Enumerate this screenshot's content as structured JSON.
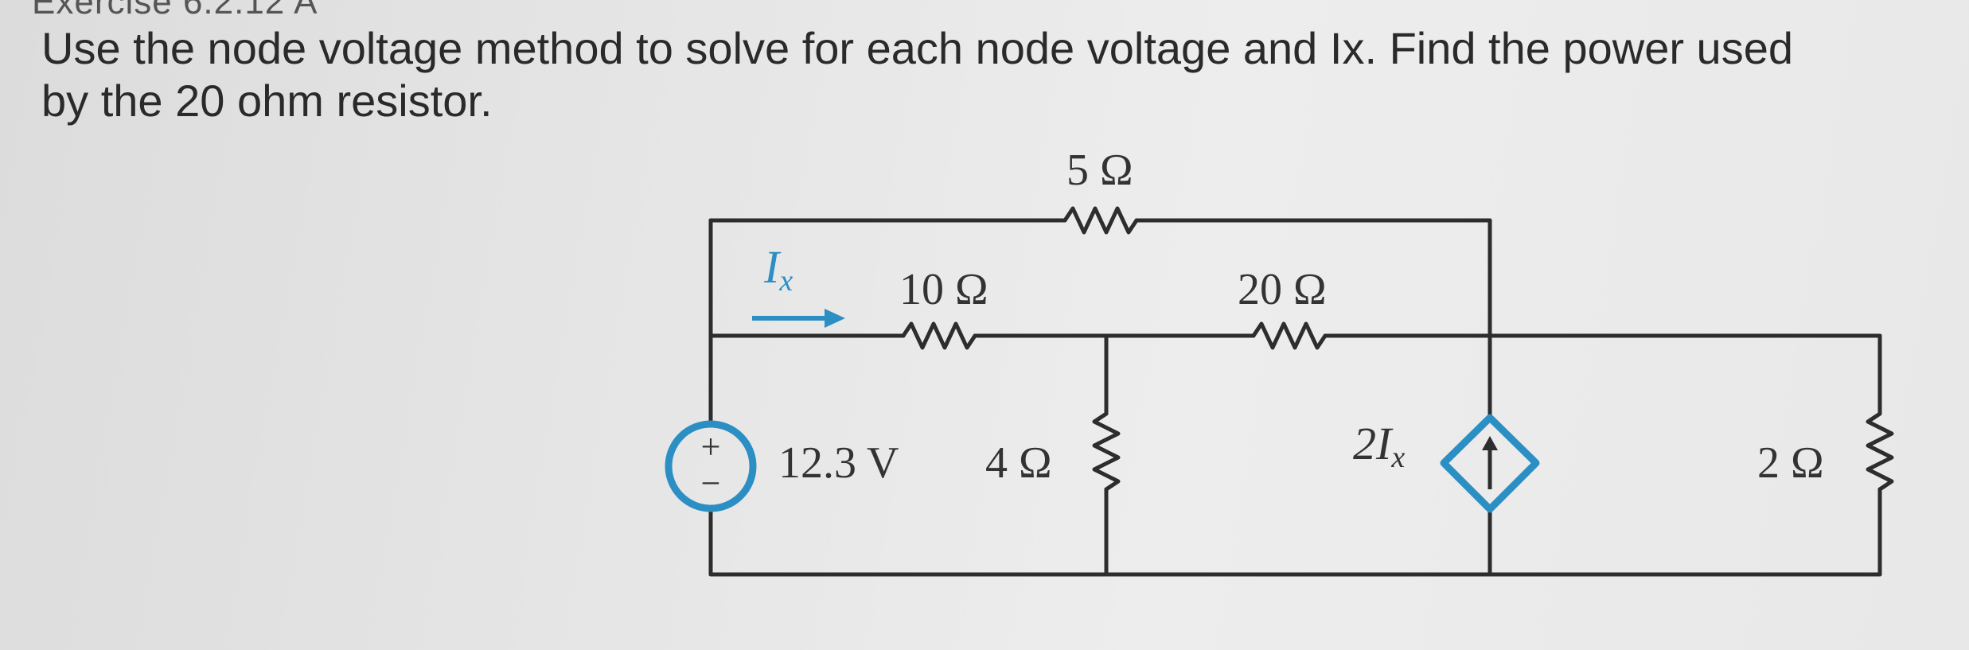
{
  "header": {
    "partial_title": "Exercise 6.2.12 A"
  },
  "problem": {
    "text": "Use the node voltage method to solve for each node voltage and Ix.  Find the power used\nby the 20 ohm resistor."
  },
  "circuit": {
    "r_top": "5 Ω",
    "r_left": "10 Ω",
    "r_right": "20 Ω",
    "r_mid": "4 Ω",
    "r_far": "2 Ω",
    "source_value": "12.3 V",
    "source_plus": "+",
    "source_minus": "−",
    "current_label_main": "I",
    "current_label_sub": "x",
    "dep_label_main": "2I",
    "dep_label_sub": "x",
    "accent_color": "#2c8fc4",
    "wire_color": "#2d2d2d"
  }
}
